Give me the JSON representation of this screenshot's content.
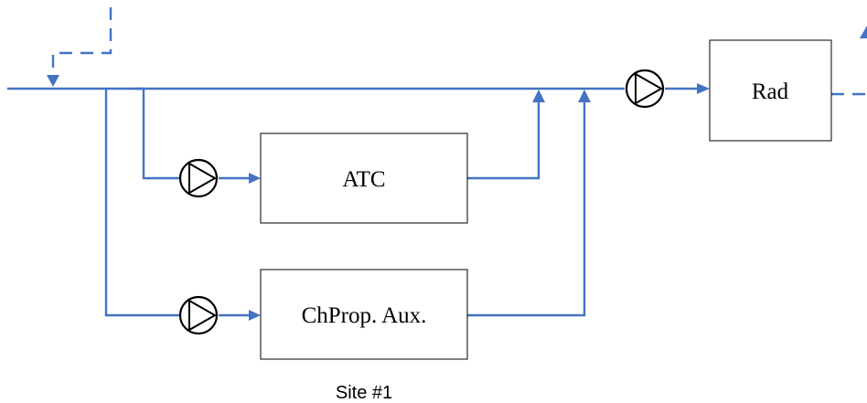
{
  "diagram": {
    "colors": {
      "flow": "#4472C4",
      "outline": "#000000",
      "background": "#ffffff"
    },
    "nodes": {
      "atc": {
        "label": "ATC"
      },
      "chprop_aux": {
        "label": "ChProp. Aux."
      },
      "rad": {
        "label": "Rad"
      }
    },
    "caption": "Site #1"
  }
}
